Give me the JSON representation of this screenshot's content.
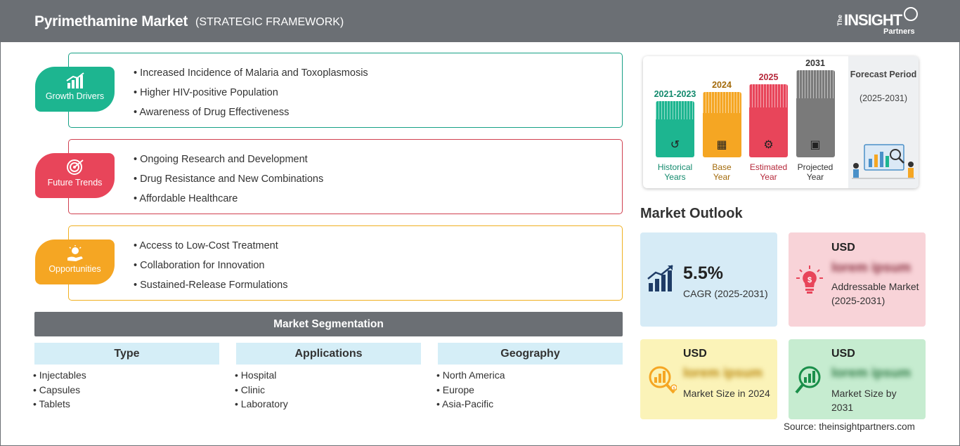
{
  "header": {
    "title": "Pyrimethamine Market",
    "subtitle": "(STRATEGIC FRAMEWORK)",
    "logo": {
      "the": "The",
      "insight": "INSIGHT",
      "partners": "Partners"
    }
  },
  "framework": [
    {
      "label": "Growth Drivers",
      "icon": "chart-up-icon",
      "color": "#1db590",
      "border": "#16a085",
      "items": [
        "Increased Incidence of Malaria and Toxoplasmosis",
        "Higher HIV-positive Population",
        "Awareness of Drug Effectiveness"
      ]
    },
    {
      "label": "Future Trends",
      "icon": "target-icon",
      "color": "#e8455a",
      "border": "#d04050",
      "items": [
        "Ongoing Research and Development",
        "Drug Resistance and New Combinations",
        "Affordable Healthcare"
      ]
    },
    {
      "label": "Opportunities",
      "icon": "idea-hand-icon",
      "color": "#f5a623",
      "border": "#f0b020",
      "items": [
        "Access to Low-Cost Treatment",
        "Collaboration for Innovation",
        "Sustained-Release Formulations"
      ]
    }
  ],
  "segmentation": {
    "title": "Market Segmentation",
    "columns": [
      {
        "header": "Type",
        "items": [
          "Injectables",
          "Capsules",
          "Tablets"
        ]
      },
      {
        "header": "Applications",
        "items": [
          "Hospital",
          "Clinic",
          "Laboratory"
        ]
      },
      {
        "header": "Geography",
        "items": [
          "North America",
          "Europe",
          "Asia-Pacific"
        ]
      }
    ]
  },
  "timeline": {
    "periods": [
      {
        "year": "2021-2023",
        "label_line1": "Historical",
        "label_line2": "Years",
        "color": "#1db590",
        "text_color": "#138a6d",
        "icon": "history-icon",
        "height": 80
      },
      {
        "year": "2024",
        "label_line1": "Base",
        "label_line2": "Year",
        "color": "#f5a623",
        "text_color": "#a36a0a",
        "icon": "calendar-icon",
        "height": 93
      },
      {
        "year": "2025",
        "label_line1": "Estimated",
        "label_line2": "Year",
        "color": "#e8455a",
        "text_color": "#b5283a",
        "icon": "gears-icon",
        "height": 104
      },
      {
        "year": "2031",
        "label_line1": "Projected",
        "label_line2": "Year",
        "color": "#7a7a7a",
        "text_color": "#333333",
        "icon": "presentation-icon",
        "height": 124
      }
    ],
    "forecast_label": "Forecast Period",
    "forecast_range": "(2025-2031)"
  },
  "outlook": {
    "title": "Market Outlook",
    "cagr": {
      "value": "5.5%",
      "label": "CAGR (2025-2031)",
      "color": "#d6ebf6",
      "icon": "growth-chart-icon"
    },
    "addressable": {
      "currency": "USD",
      "value": "lorem ipsum",
      "label": "Addressable Market (2025-2031)",
      "color": "#f8d3d8",
      "icon": "lightbulb-dollar-icon"
    },
    "size_2024": {
      "currency": "USD",
      "value": "lorem ipsum",
      "label": "Market Size in 2024",
      "color": "#fbf3b8",
      "icon": "magnifier-chart-icon"
    },
    "size_2031": {
      "currency": "USD",
      "value": "lorem ipsum",
      "label": "Market Size by 2031",
      "color": "#c6ecd0",
      "icon": "magnifier-growth-icon"
    }
  },
  "source": "Source: theinsightpartners.com"
}
